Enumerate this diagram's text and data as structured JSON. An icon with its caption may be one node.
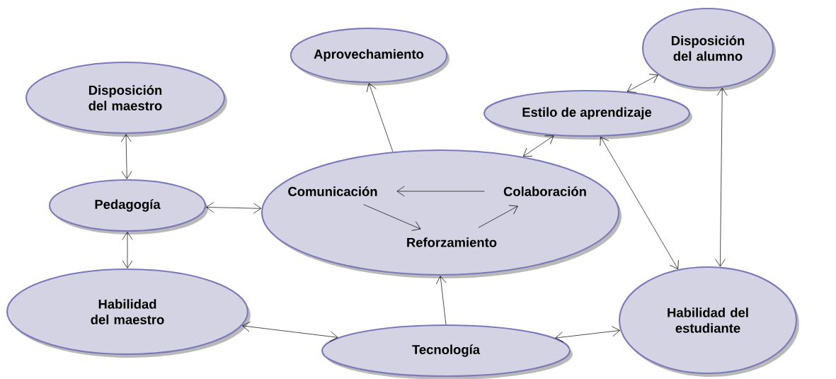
{
  "diagram": {
    "nodes": [
      {
        "text": [
          "Aprovechamiento"
        ]
      },
      {
        "text": [
          "Disposición del alumno"
        ]
      },
      {
        "text": [
          "Disposición del maestro"
        ]
      },
      {
        "text": [
          "Estilo de aprendizaje"
        ]
      },
      {
        "text": [],
        "shape": "ellipse"
      },
      {
        "text": [
          "Comunicación"
        ],
        "in": 4
      },
      {
        "text": [
          "Colaboración"
        ],
        "in": 4
      },
      {
        "text": [
          "Reforzamiento"
        ],
        "in": 4
      },
      {
        "text": [
          "Pedagogía"
        ]
      },
      {
        "text": [
          "Habilidad del maestro"
        ]
      },
      {
        "text": [
          "Tecnología"
        ]
      },
      {
        "text": [
          "Habilidad del estudiante"
        ]
      }
    ],
    "edges": [
      {
        "from": 4,
        "to": 0,
        "arrow": "to"
      },
      {
        "from": 3,
        "to": 1,
        "arrow": "both"
      },
      {
        "from": 2,
        "to": 8,
        "arrow": "both"
      },
      {
        "from": 3,
        "to": 4,
        "arrow": "both"
      },
      {
        "from": 3,
        "to": 11,
        "arrow": "both"
      },
      {
        "from": 1,
        "to": 11,
        "arrow": "both"
      },
      {
        "from": 8,
        "to": 4,
        "arrow": "both"
      },
      {
        "from": 8,
        "to": 9,
        "arrow": "both"
      },
      {
        "from": 6,
        "to": 5,
        "arrow": "to"
      },
      {
        "from": 5,
        "to": 7,
        "arrow": "to"
      },
      {
        "from": 7,
        "to": 6,
        "arrow": "to"
      },
      {
        "from": 10,
        "to": 4,
        "arrow": "to"
      },
      {
        "from": 9,
        "to": 10,
        "arrow": "both"
      },
      {
        "from": 10,
        "to": 11,
        "arrow": "both"
      }
    ]
  }
}
